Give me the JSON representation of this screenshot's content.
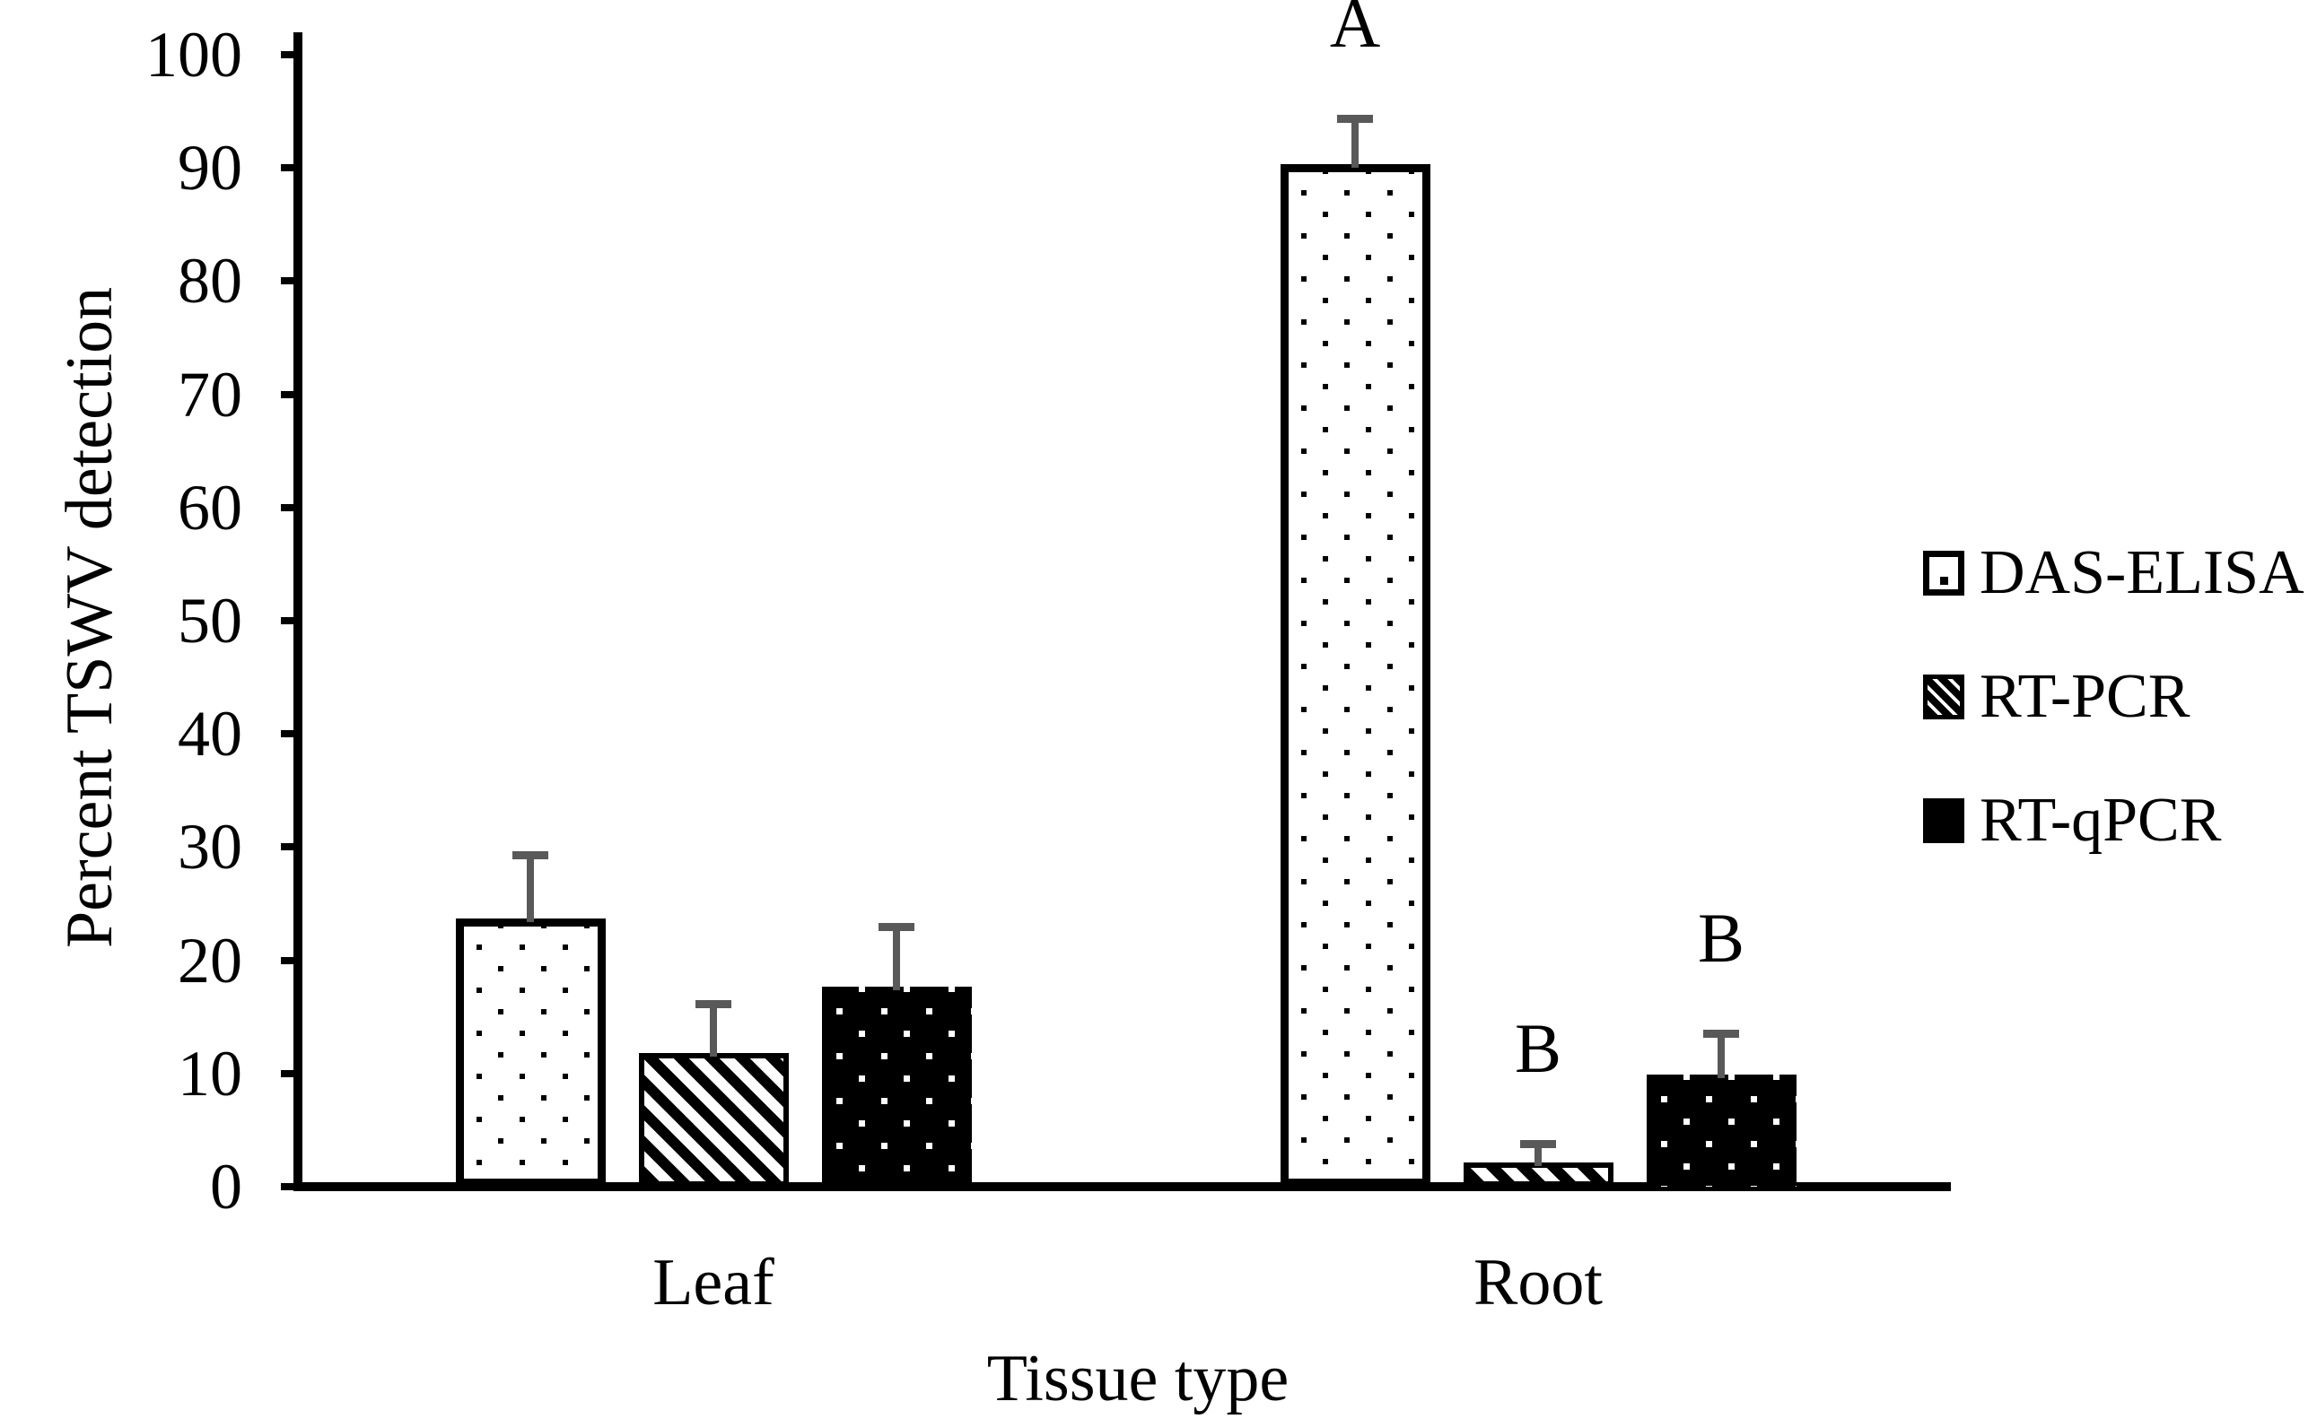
{
  "figure": {
    "background": "#ffffff"
  },
  "y_axis": {
    "title": "Percent TSWV detection",
    "min": 0,
    "max": 100,
    "tick_step": 10,
    "tick_labels": [
      "0",
      "10",
      "20",
      "30",
      "40",
      "50",
      "60",
      "70",
      "80",
      "90",
      "100"
    ]
  },
  "x_axis": {
    "title": "Tissue type",
    "categories": [
      "Leaf",
      "Root"
    ]
  },
  "legend": {
    "position": "right",
    "items": [
      {
        "label": "DAS-ELISA",
        "pattern": "dotted-white"
      },
      {
        "label": "RT-PCR",
        "pattern": "diagonal-stripes"
      },
      {
        "label": "RT-qPCR",
        "pattern": "black-white-dots"
      }
    ]
  },
  "annotations": [
    {
      "text": "A",
      "category": "Root",
      "series": "DAS-ELISA"
    },
    {
      "text": "B",
      "category": "Root",
      "series": "RT-PCR"
    },
    {
      "text": "B",
      "category": "Root",
      "series": "RT-qPCR"
    }
  ],
  "colors": {
    "bar_fill_dark": "#000000",
    "bar_outline": "#000000",
    "error_bar": "#595959",
    "text": "#000000",
    "background": "#ffffff"
  },
  "chart_data": {
    "type": "bar",
    "title": "",
    "categories": [
      "Leaf",
      "Root"
    ],
    "series": [
      {
        "name": "DAS-ELISA",
        "values": [
          23.7,
          90.3
        ],
        "errors": [
          5.9,
          4.4
        ]
      },
      {
        "name": "RT-PCR",
        "values": [
          11.8,
          2.1
        ],
        "errors": [
          4.7,
          2.0
        ]
      },
      {
        "name": "RT-qPCR",
        "values": [
          17.7,
          9.9
        ],
        "errors": [
          5.6,
          4.0
        ]
      }
    ],
    "ylabel": "Percent TSWV detection",
    "xlabel": "Tissue type",
    "ylim": [
      0,
      100
    ],
    "grid": false,
    "legend_position": "right",
    "error_bars": "plus-direction",
    "significance_letters": {
      "Root": {
        "DAS-ELISA": "A",
        "RT-PCR": "B",
        "RT-qPCR": "B"
      }
    }
  }
}
